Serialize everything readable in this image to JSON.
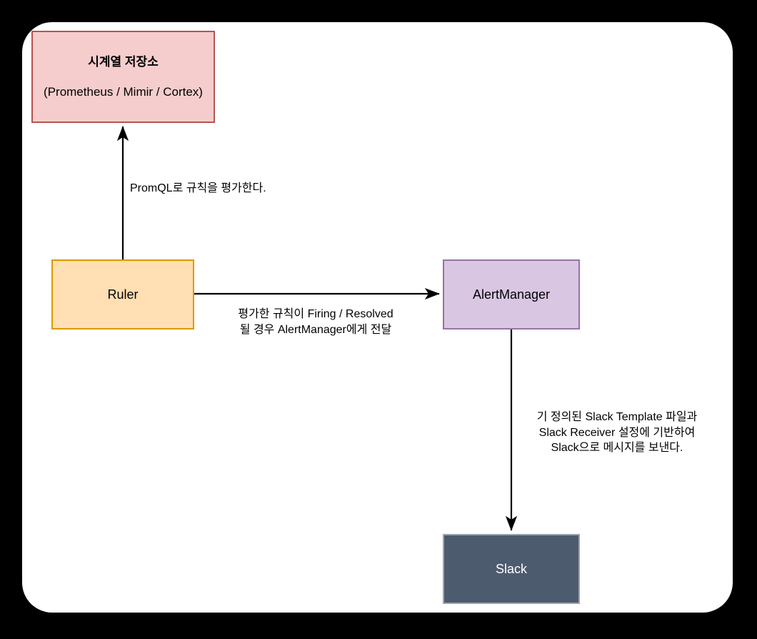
{
  "canvas": {
    "background": "#000000",
    "surface": "#ffffff"
  },
  "diagram": {
    "type": "flowchart",
    "title": "",
    "nodes": [
      {
        "id": "tsdb",
        "label_main": "시계열 저장소",
        "label_sub": "(Prometheus / Mimir / Cortex)",
        "fill": "#f5cdcd",
        "stroke": "#b85450",
        "text_color": "#000000"
      },
      {
        "id": "ruler",
        "label": "Ruler",
        "fill": "#ffdfb3",
        "stroke": "#d79b00",
        "text_color": "#000000"
      },
      {
        "id": "alertmanager",
        "label": "AlertManager",
        "fill": "#d9c6e3",
        "stroke": "#9673a6",
        "text_color": "#000000"
      },
      {
        "id": "slack",
        "label": "Slack",
        "fill": "#4d5b6e",
        "stroke": "#9aa5b1",
        "text_color": "#ffffff"
      }
    ],
    "edges": [
      {
        "id": "ruler-to-tsdb",
        "from": "ruler",
        "to": "tsdb",
        "direction": "up",
        "label": "PromQL로 규칙을 평가한다."
      },
      {
        "id": "ruler-to-alertmanager",
        "from": "ruler",
        "to": "alertmanager",
        "direction": "right",
        "label": "평가한 규칙이 Firing / Resolved\n될 경우 AlertManager에게 전달"
      },
      {
        "id": "alertmanager-to-slack",
        "from": "alertmanager",
        "to": "slack",
        "direction": "down",
        "label": "기 정의된 Slack Template 파일과\nSlack Receiver 설정에 기반하여\nSlack으로 메시지를 보낸다."
      }
    ]
  }
}
